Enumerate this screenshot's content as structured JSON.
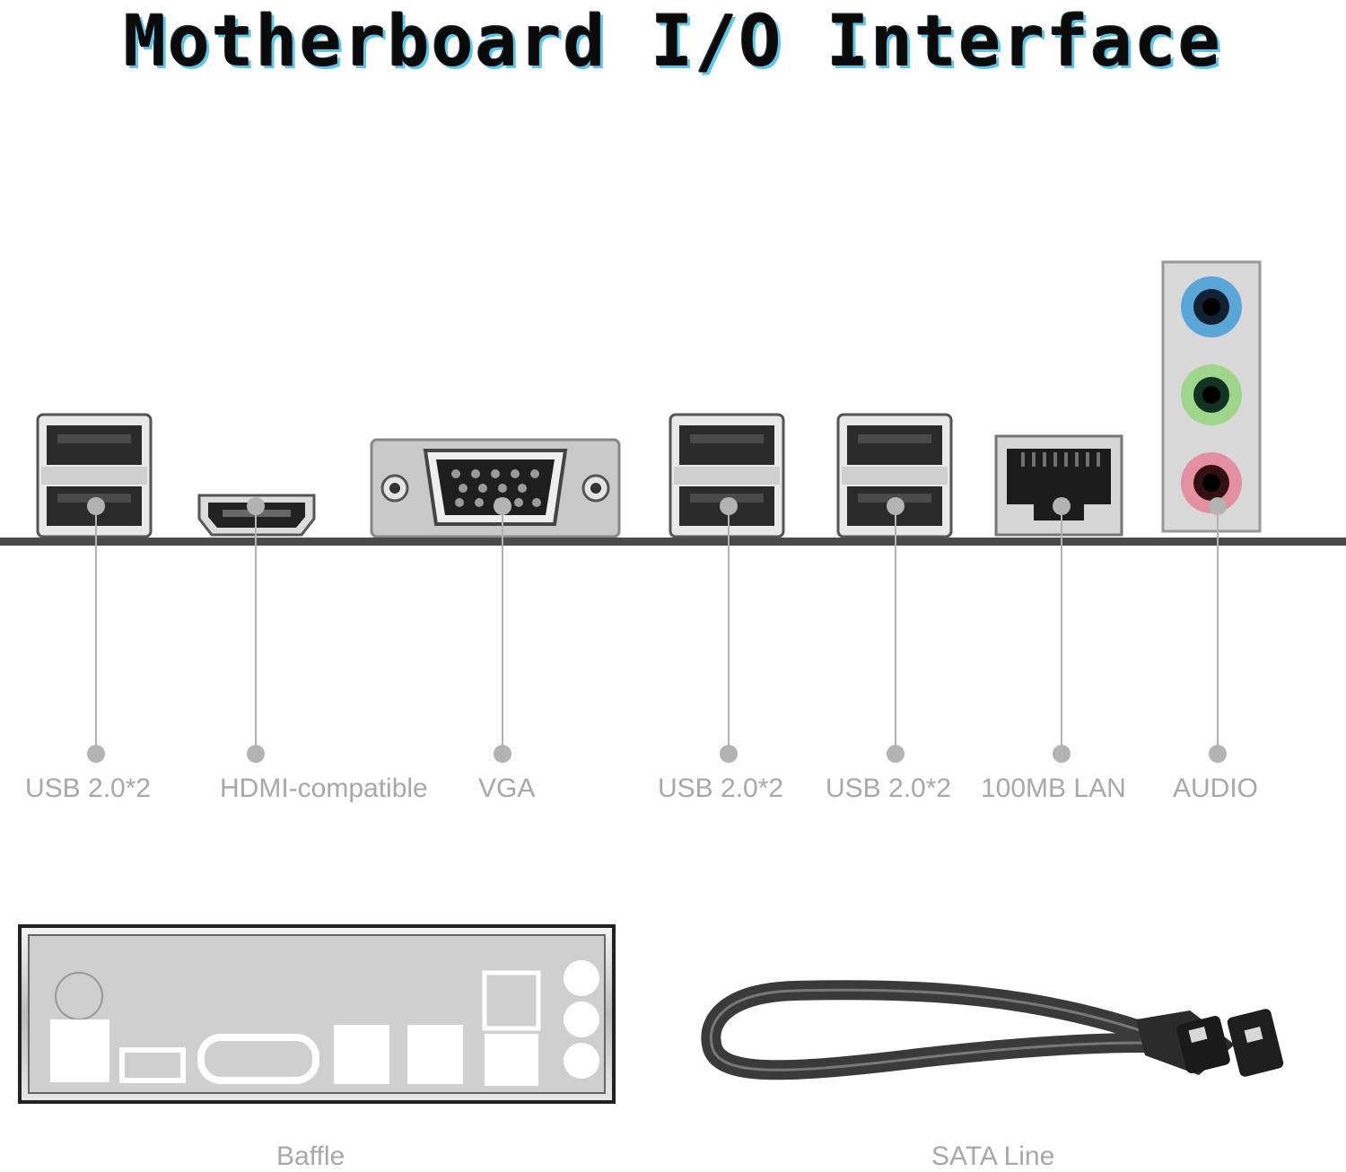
{
  "title": "Motherboard I/O Interface",
  "ports": [
    {
      "label": "USB 2.0*2",
      "icon": "usb-dual-port-icon"
    },
    {
      "label": "HDMI-compatible",
      "icon": "hdmi-port-icon"
    },
    {
      "label": "VGA",
      "icon": "vga-port-icon"
    },
    {
      "label": "USB 2.0*2",
      "icon": "usb-dual-port-icon"
    },
    {
      "label": "USB 2.0*2",
      "icon": "usb-dual-port-icon"
    },
    {
      "label": "100MB LAN",
      "icon": "rj45-lan-port-icon"
    },
    {
      "label": "AUDIO",
      "icon": "audio-jacks-icon"
    }
  ],
  "accessories": [
    {
      "label": "Baffle",
      "icon": "io-shield-icon"
    },
    {
      "label": "SATA Line",
      "icon": "sata-cable-icon"
    }
  ],
  "colors": {
    "audio_line_in": "#5aa6d6",
    "audio_line_out": "#9fd68c",
    "audio_mic": "#e58fa3",
    "title_shadow": "#5fc6e8"
  }
}
